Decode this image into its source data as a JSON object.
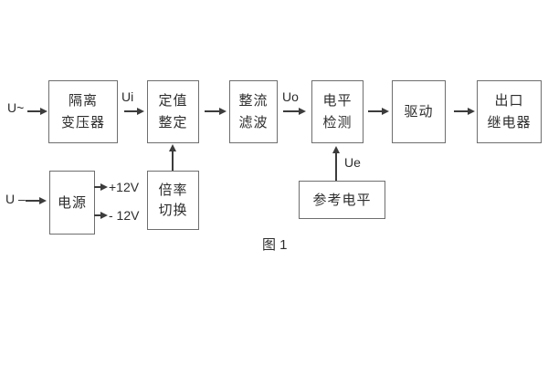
{
  "figure": {
    "caption": "图 1",
    "inputs": {
      "ac": "U~",
      "dc": "U –"
    },
    "signals": {
      "ui": "Ui",
      "uo": "Uo",
      "ue": "Ue"
    },
    "power_rails": {
      "positive": "+12V",
      "negative": "- 12V"
    },
    "blocks": {
      "isolation_transformer": {
        "line1": "隔离",
        "line2": "变压器"
      },
      "setting_adjust": {
        "line1": "定值",
        "line2": "整定"
      },
      "rectifier_filter": {
        "line1": "整流",
        "line2": "滤波"
      },
      "level_detection": {
        "line1": "电平",
        "line2": "检测"
      },
      "drive": {
        "line1": "驱动"
      },
      "output_relay": {
        "line1": "出口",
        "line2": "继电器"
      },
      "power_supply": {
        "line1": "电源"
      },
      "ratio_switch": {
        "line1": "倍率",
        "line2": "切换"
      },
      "reference_level": {
        "line1": "参考电平"
      }
    },
    "colors": {
      "background": "#ffffff",
      "box_border": "#6e6e6e",
      "line": "#3c3c3c",
      "text": "#2d2d2d"
    }
  }
}
